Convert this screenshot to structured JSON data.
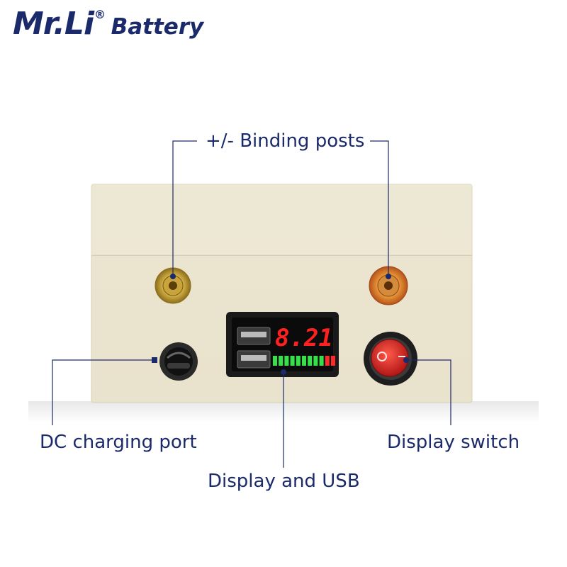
{
  "brand": {
    "name": "Mr.Li",
    "registered_mark": "®",
    "sub": "Battery"
  },
  "callouts": {
    "binding_posts": "+/- Binding posts",
    "dc_port": "DC charging port",
    "display_usb": "Display and USB",
    "display_switch": "Display switch"
  },
  "display": {
    "readout": "8.21",
    "segments": [
      "green",
      "green",
      "green",
      "green",
      "green",
      "green",
      "green",
      "green",
      "green",
      "red",
      "red"
    ]
  },
  "colors": {
    "brand": "#1b2a6b",
    "battery_body": "#ede6d2",
    "switch_red": "#d62828",
    "led_green": "#37e04a",
    "led_red": "#ff2b2b"
  }
}
